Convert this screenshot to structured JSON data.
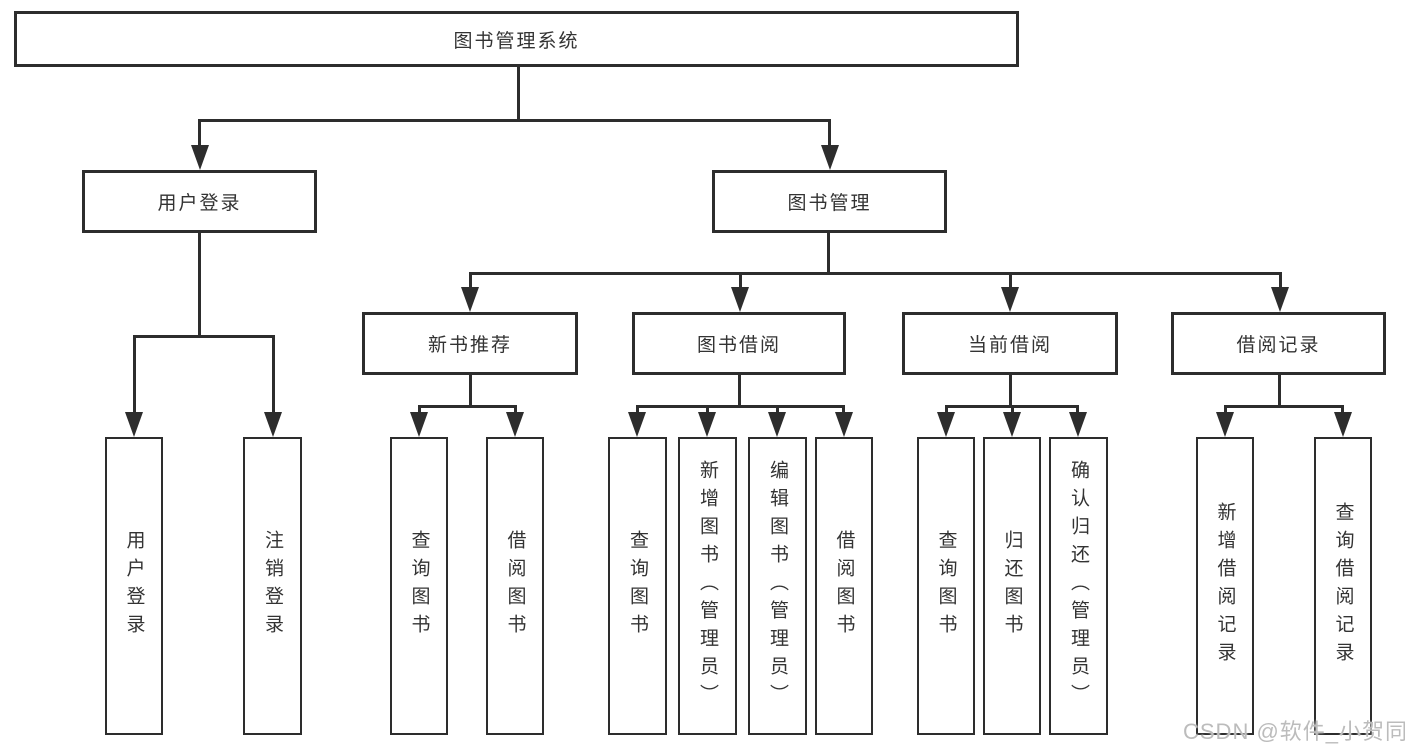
{
  "tree": {
    "root": {
      "label": "图书管理系统"
    },
    "branches": [
      {
        "label": "用户登录",
        "leaves": [
          {
            "label": "用户登录"
          },
          {
            "label": "注销登录"
          }
        ]
      },
      {
        "label": "图书管理",
        "groups": [
          {
            "label": "新书推荐",
            "leaves": [
              {
                "label": "查询图书"
              },
              {
                "label": "借阅图书"
              }
            ]
          },
          {
            "label": "图书借阅",
            "leaves": [
              {
                "label": "查询图书"
              },
              {
                "label": "新增图书（管理员）"
              },
              {
                "label": "编辑图书（管理员）"
              },
              {
                "label": "借阅图书"
              }
            ]
          },
          {
            "label": "当前借阅",
            "leaves": [
              {
                "label": "查询图书"
              },
              {
                "label": "归还图书"
              },
              {
                "label": "确认归还（管理员）"
              }
            ]
          },
          {
            "label": "借阅记录",
            "leaves": [
              {
                "label": "新增借阅记录"
              },
              {
                "label": "查询借阅记录"
              }
            ]
          }
        ]
      }
    ]
  },
  "watermark": {
    "text": "CSDN @软件_小贺同学"
  },
  "colors": {
    "line": "#2d2d2d",
    "box_border": "#2d2d2d",
    "text": "#333333",
    "watermark": "#bcbcbc",
    "background": "#ffffff"
  }
}
